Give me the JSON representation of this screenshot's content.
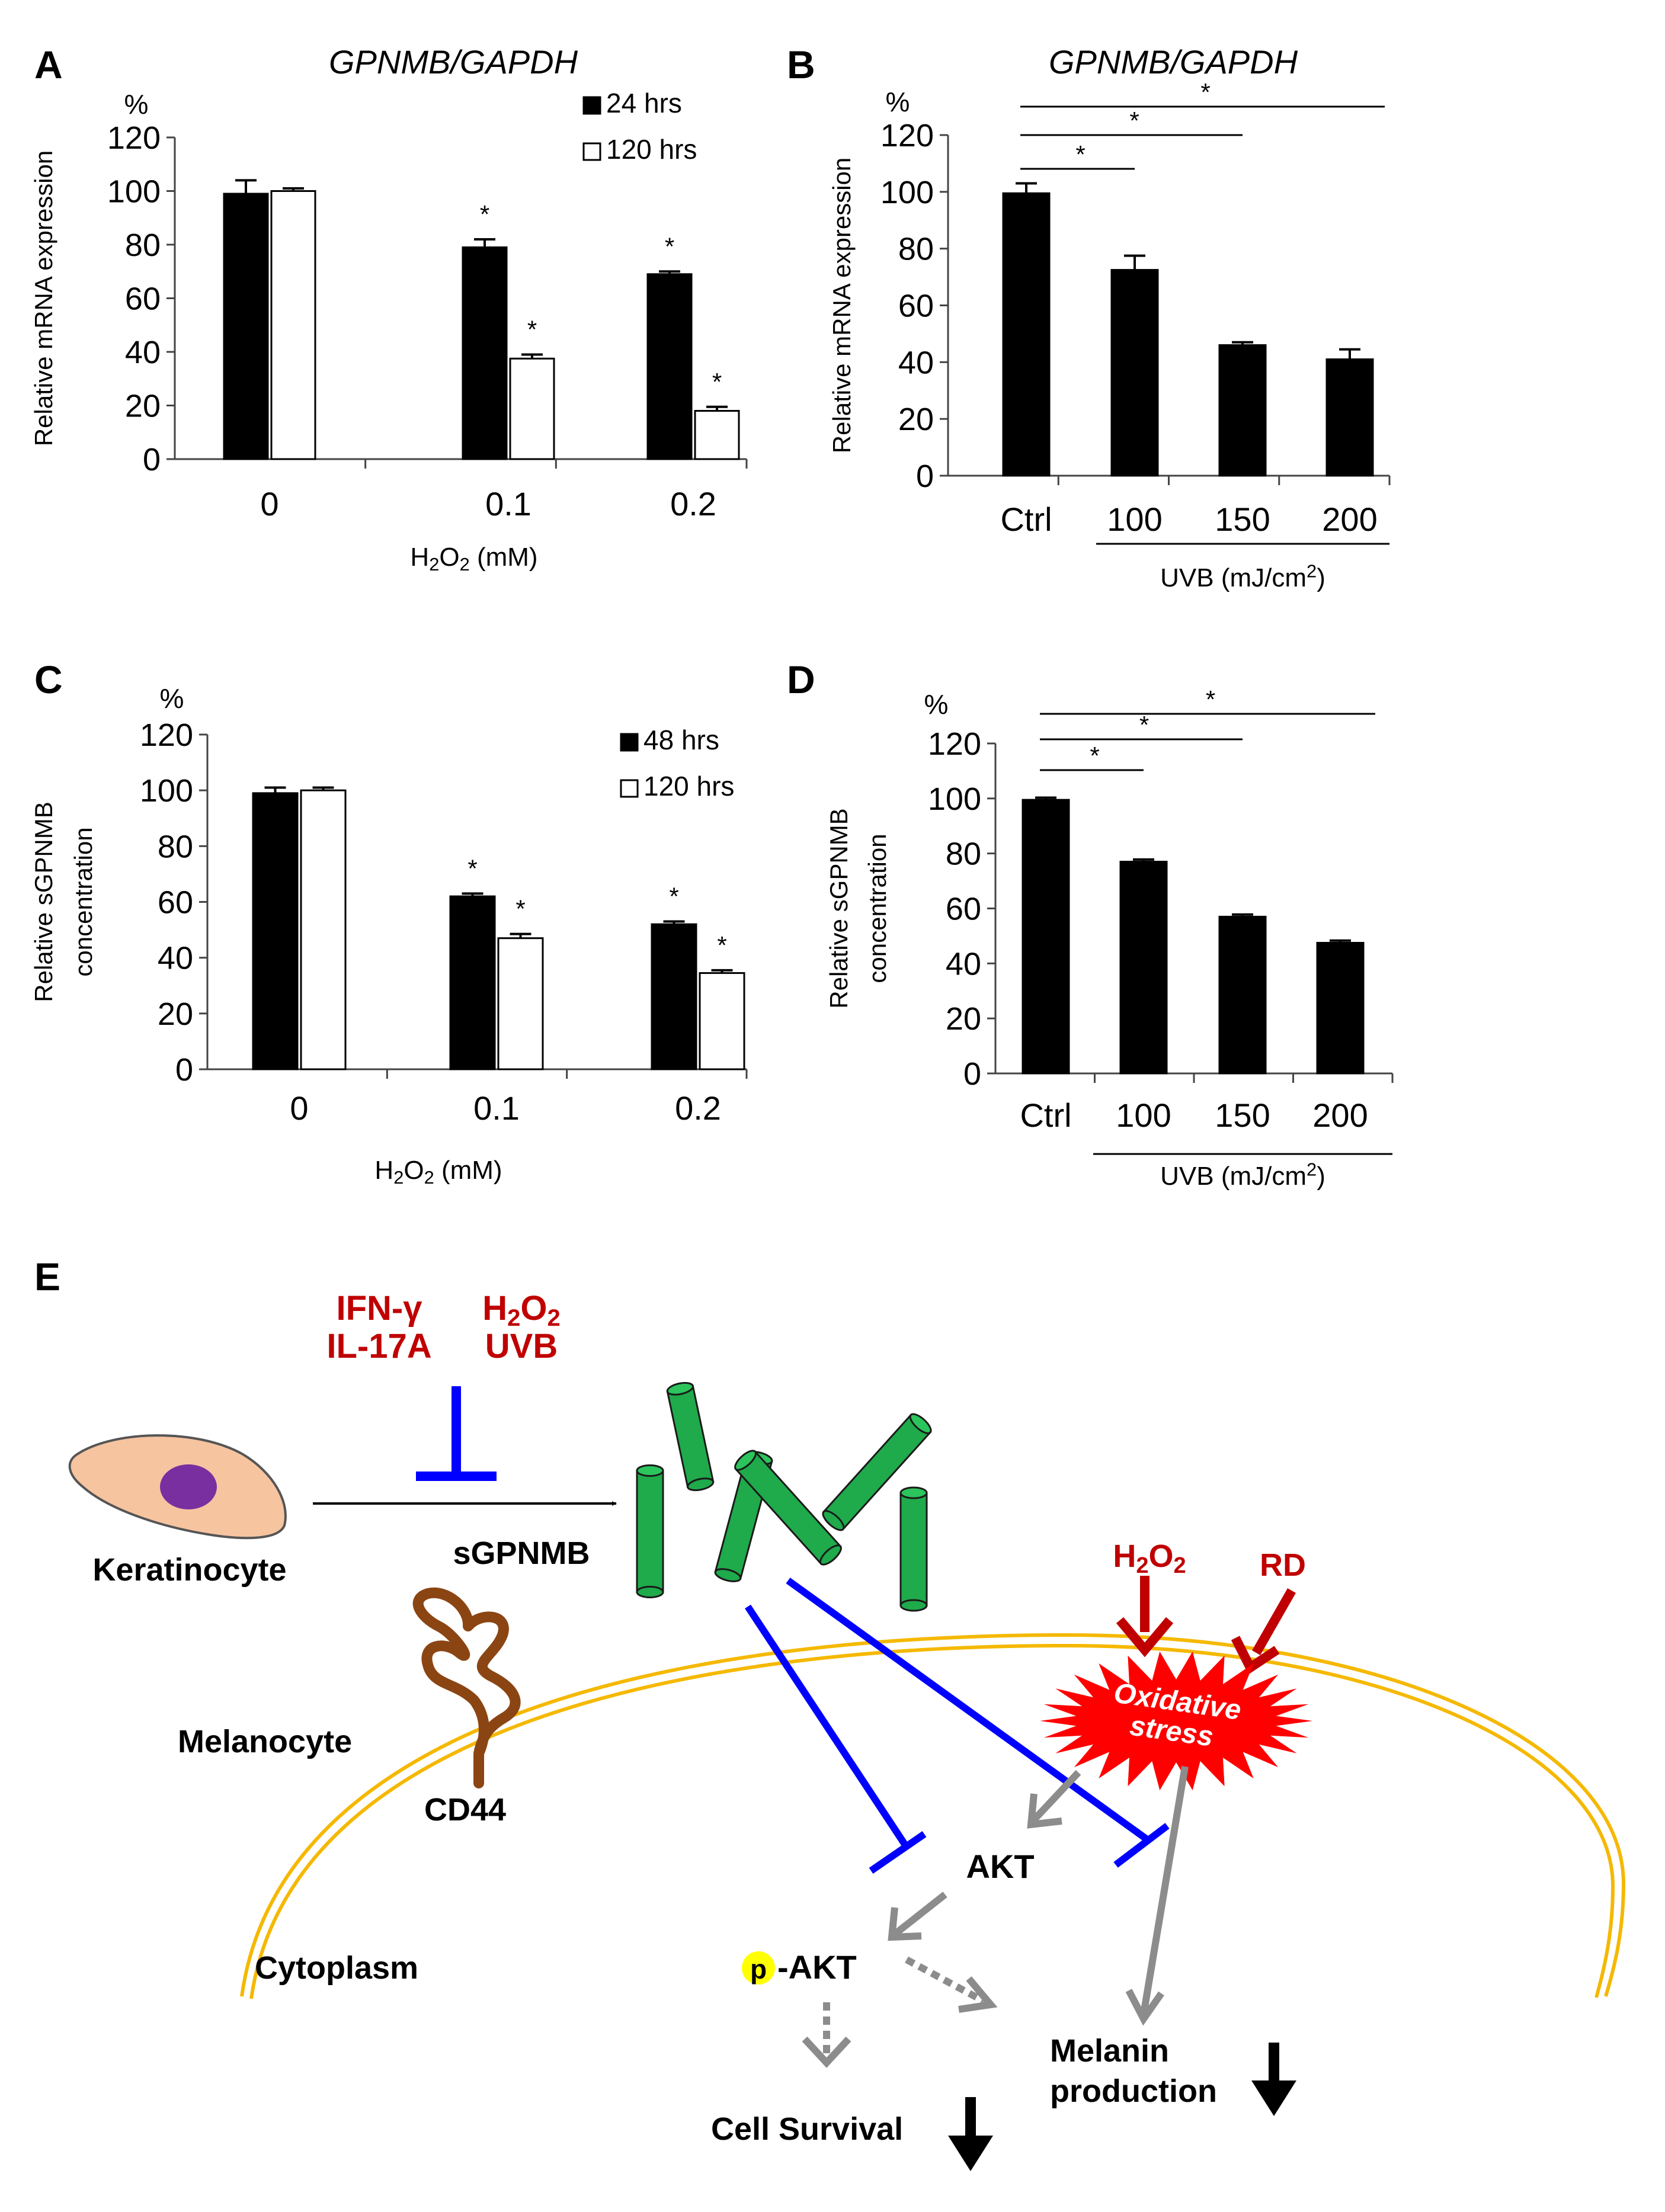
{
  "chart_data": [
    {
      "panel": "A",
      "type": "bar",
      "title": "GPNMB/GAPDH",
      "ylabel": "Relative  mRNA expression",
      "yunit": "%",
      "xlabel": "H2O2 (mM)",
      "categories": [
        "0",
        "0.1",
        "0.2"
      ],
      "series": [
        {
          "name": "24 hrs",
          "values": [
            99,
            79,
            69
          ],
          "errors": [
            5,
            3,
            1
          ],
          "sig": [
            "",
            "*",
            "*"
          ]
        },
        {
          "name": "120 hrs",
          "values": [
            100,
            37.5,
            18
          ],
          "errors": [
            1,
            1.5,
            1.5
          ],
          "sig": [
            "",
            "*",
            "*"
          ]
        }
      ],
      "ylim": [
        0,
        120
      ],
      "yticks": [
        "0",
        "20",
        "40",
        "60",
        "80",
        "100",
        "120"
      ]
    },
    {
      "panel": "B",
      "type": "bar",
      "title": "GPNMB/GAPDH",
      "ylabel": "Relative  mRNA expression",
      "yunit": "%",
      "xlabel": "UVB (mJ/cm2)",
      "categories": [
        "Ctrl",
        "100",
        "150",
        "200"
      ],
      "series": [
        {
          "values": [
            99.5,
            72.5,
            46,
            41
          ],
          "errors": [
            3.5,
            5,
            1,
            3.5
          ]
        }
      ],
      "ylim": [
        0,
        120
      ],
      "yticks": [
        "0",
        "20",
        "40",
        "60",
        "80",
        "100",
        "120"
      ],
      "significance": [
        {
          "from": "Ctrl",
          "to": "100",
          "label": "*"
        },
        {
          "from": "Ctrl",
          "to": "150",
          "label": "*"
        },
        {
          "from": "Ctrl",
          "to": "200",
          "label": "*"
        }
      ]
    },
    {
      "panel": "C",
      "type": "bar",
      "ylabel": "Relative  sGPNMB",
      "ylabel2": "concentration",
      "yunit": "%",
      "xlabel": "H2O2 (mM)",
      "categories": [
        "0",
        "0.1",
        "0.2"
      ],
      "series": [
        {
          "name": "48 hrs",
          "values": [
            99,
            62,
            52
          ],
          "errors": [
            2,
            1,
            1
          ],
          "sig": [
            "",
            "*",
            "*"
          ]
        },
        {
          "name": "120 hrs",
          "values": [
            100,
            47,
            34.5
          ],
          "errors": [
            1,
            1.5,
            1
          ],
          "sig": [
            "",
            "*",
            "*"
          ]
        }
      ],
      "ylim": [
        0,
        120
      ],
      "yticks": [
        "0",
        "20",
        "40",
        "60",
        "80",
        "100",
        "120"
      ]
    },
    {
      "panel": "D",
      "type": "bar",
      "ylabel": "Relative  sGPNMB",
      "ylabel2": "concentration",
      "yunit": "%",
      "xlabel": "UVB (mJ/cm2)",
      "categories": [
        "Ctrl",
        "100",
        "150",
        "200"
      ],
      "series": [
        {
          "values": [
            99.5,
            77,
            57,
            47.5
          ],
          "errors": [
            0.8,
            0.8,
            0.8,
            0.8
          ]
        }
      ],
      "ylim": [
        0,
        120
      ],
      "yticks": [
        "0",
        "20",
        "40",
        "60",
        "80",
        "100",
        "120"
      ],
      "significance": [
        {
          "from": "Ctrl",
          "to": "100",
          "label": "*"
        },
        {
          "from": "Ctrl",
          "to": "150",
          "label": "*"
        },
        {
          "from": "Ctrl",
          "to": "200",
          "label": "*"
        }
      ]
    }
  ],
  "diagram": {
    "panel": "E",
    "stimuli_left": [
      "IFN-γ",
      "IL-17A"
    ],
    "stimuli_right_line1": "H2O2",
    "stimuli_right_line2": "UVB",
    "keratinocyte": "Keratinocyte",
    "sgpnmb": "sGPNMB",
    "melanocyte": "Melanocyte",
    "cd44": "CD44",
    "cytoplasm": "Cytoplasm",
    "h2o2": "H2O2",
    "rd": "RD",
    "oxidative_stress": "Oxidative stress",
    "akt": "AKT",
    "p_badge": "p",
    "p_akt": "-AKT",
    "cell_survival": "Cell Survival",
    "melanin": "Melanin",
    "production": "production",
    "colors": {
      "red_text": "#c00000",
      "inhibition": "#0000ff",
      "green": "#1faa4b",
      "membrane": "#f5b800",
      "burst": "#ff0000",
      "gray_arrow": "#8c8c8c",
      "keratinocyte_fill": "#f7c4a0",
      "nucleus": "#7a2fa0",
      "cd44": "#8b4513",
      "p_badge": "#ffff00"
    }
  }
}
